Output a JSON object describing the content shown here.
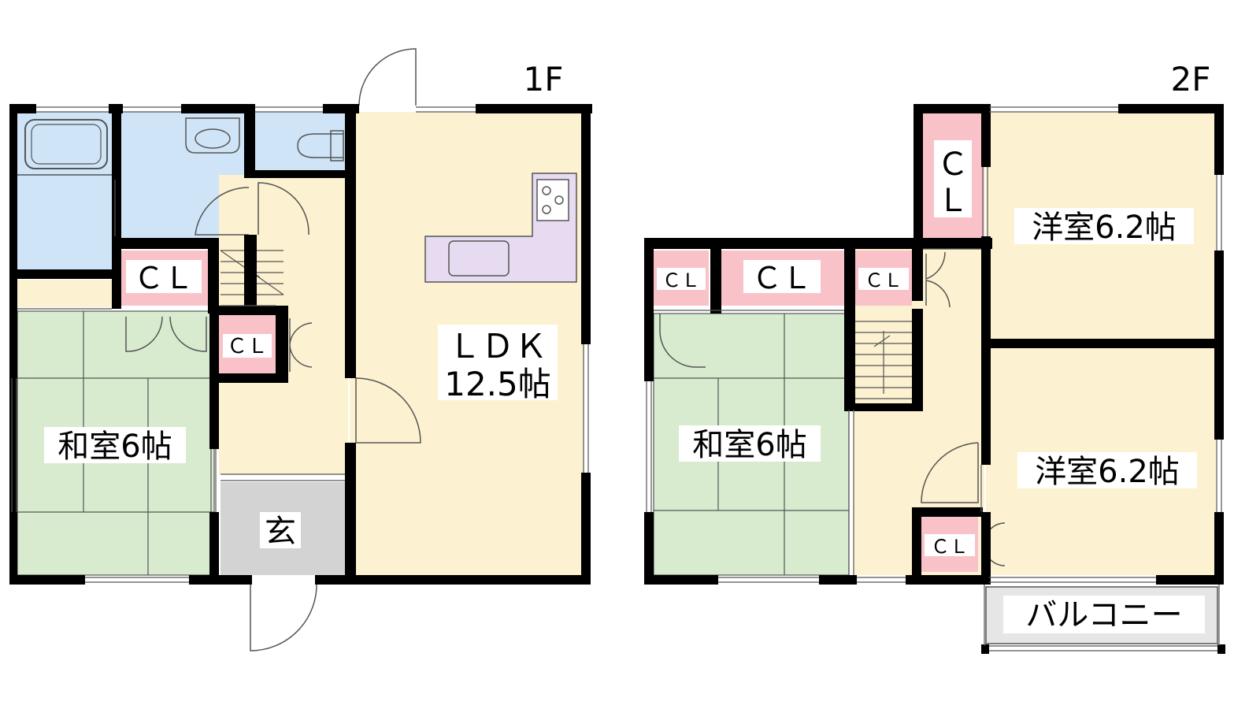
{
  "floors": {
    "f1": {
      "title": "1F",
      "rooms": {
        "ldk_name": "ＬＤＫ",
        "ldk_size": "12.5帖",
        "washitsu": "和室6帖",
        "entrance": "玄",
        "cl_main": "ＣＬ",
        "cl_small": "ＣＬ"
      }
    },
    "f2": {
      "title": "2F",
      "rooms": {
        "cl_tall_1": "Ｃ",
        "cl_tall_2": "Ｌ",
        "yoshitsu_1": "洋室6.2帖",
        "yoshitsu_2": "洋室6.2帖",
        "washitsu": "和室6帖",
        "cl_a": "ＣＬ",
        "cl_b": "ＣＬ",
        "cl_c": "ＣＬ",
        "cl_d": "ＣＬ",
        "balcony": "バルコニー"
      }
    }
  },
  "colors": {
    "wet_area": "#cfe4f6",
    "floor_wood": "#fcf1d0",
    "tatami": "#d8ebcf",
    "closet": "#f8c2c8",
    "kitchen": "#e6dbf1",
    "genkan": "#d3d3d3",
    "wall": "#000000"
  }
}
